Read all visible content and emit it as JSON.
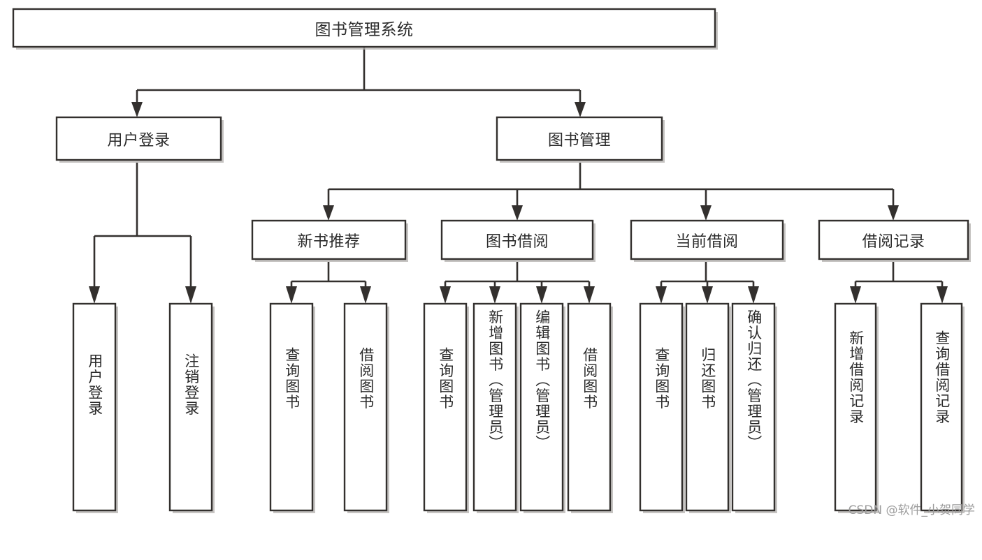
{
  "diagram": {
    "type": "tree-hierarchy-chart",
    "title": "图书管理系统",
    "watermark": "CSDN @软件_小贺同学",
    "colors": {
      "background": "#ffffff",
      "box_fill": "#ffffff",
      "box_stroke": "#33302e",
      "box_shadow": "#b3b0ae",
      "text": "#2b2b2b",
      "watermark_text": "#9d9d9d"
    },
    "root": {
      "id": "root",
      "label": "图书管理系统",
      "orientation": "horizontal"
    },
    "level2": [
      {
        "id": "user-login",
        "label": "用户登录",
        "orientation": "horizontal"
      },
      {
        "id": "book-management",
        "label": "图书管理",
        "orientation": "horizontal"
      }
    ],
    "level3": [
      {
        "id": "new-book-recommend",
        "label": "新书推荐",
        "orientation": "horizontal",
        "parent": "book-management"
      },
      {
        "id": "book-borrow",
        "label": "图书借阅",
        "orientation": "horizontal",
        "parent": "book-management"
      },
      {
        "id": "current-borrow",
        "label": "当前借阅",
        "orientation": "horizontal",
        "parent": "book-management"
      },
      {
        "id": "borrow-record",
        "label": "借阅记录",
        "orientation": "horizontal",
        "parent": "book-management"
      }
    ],
    "leaves": [
      {
        "id": "leaf-user-login",
        "label": "用户登录",
        "orientation": "vertical",
        "parent": "user-login"
      },
      {
        "id": "leaf-logout-login",
        "label": "注销登录",
        "orientation": "vertical",
        "parent": "user-login"
      },
      {
        "id": "leaf-query-book-1",
        "label": "查询图书",
        "orientation": "vertical",
        "parent": "new-book-recommend"
      },
      {
        "id": "leaf-borrow-book-1",
        "label": "借阅图书",
        "orientation": "vertical",
        "parent": "new-book-recommend"
      },
      {
        "id": "leaf-query-book-2",
        "label": "查询图书",
        "orientation": "vertical",
        "parent": "book-borrow"
      },
      {
        "id": "leaf-add-book-admin",
        "label": "新增图书（管理员）",
        "orientation": "vertical",
        "parent": "book-borrow"
      },
      {
        "id": "leaf-edit-book-admin",
        "label": "编辑图书（管理员）",
        "orientation": "vertical",
        "parent": "book-borrow"
      },
      {
        "id": "leaf-borrow-book-2",
        "label": "借阅图书",
        "orientation": "vertical",
        "parent": "book-borrow"
      },
      {
        "id": "leaf-query-book-3",
        "label": "查询图书",
        "orientation": "vertical",
        "parent": "current-borrow"
      },
      {
        "id": "leaf-return-book",
        "label": "归还图书",
        "orientation": "vertical",
        "parent": "current-borrow"
      },
      {
        "id": "leaf-confirm-return-admin",
        "label": "确认归还（管理员）",
        "orientation": "vertical",
        "parent": "current-borrow"
      },
      {
        "id": "leaf-add-borrow-record",
        "label": "新增借阅记录",
        "orientation": "vertical",
        "parent": "borrow-record"
      },
      {
        "id": "leaf-query-borrow-record",
        "label": "查询借阅记录",
        "orientation": "vertical",
        "parent": "borrow-record"
      }
    ]
  }
}
